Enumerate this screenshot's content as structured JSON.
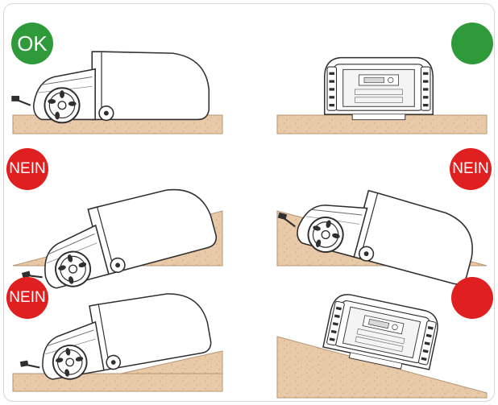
{
  "colors": {
    "ok": "#2e9a3a",
    "nein": "#e02020",
    "ground": "#e8c9a8",
    "ground_edge": "#b59674",
    "outline": "#2f2f2f"
  },
  "badges": [
    {
      "label": "OK",
      "status": "ok"
    },
    {
      "label": "",
      "status": "ok"
    },
    {
      "label": "NEIN",
      "status": "nein"
    },
    {
      "label": "NEIN",
      "status": "nein"
    },
    {
      "label": "NEIN",
      "status": "nein"
    },
    {
      "label": "",
      "status": "nein"
    }
  ],
  "panels": [
    {
      "id": "side-level",
      "view": "side",
      "terrain": "level",
      "status": "ok"
    },
    {
      "id": "front-level",
      "view": "front",
      "terrain": "level",
      "status": "ok"
    },
    {
      "id": "side-uphill",
      "view": "side",
      "terrain": "slope-up",
      "status": "nein"
    },
    {
      "id": "side-downhill",
      "view": "side",
      "terrain": "slope-down",
      "status": "nein"
    },
    {
      "id": "side-step",
      "view": "side",
      "terrain": "step",
      "status": "nein"
    },
    {
      "id": "front-tilted",
      "view": "front",
      "terrain": "side-slope",
      "status": "nein"
    }
  ]
}
